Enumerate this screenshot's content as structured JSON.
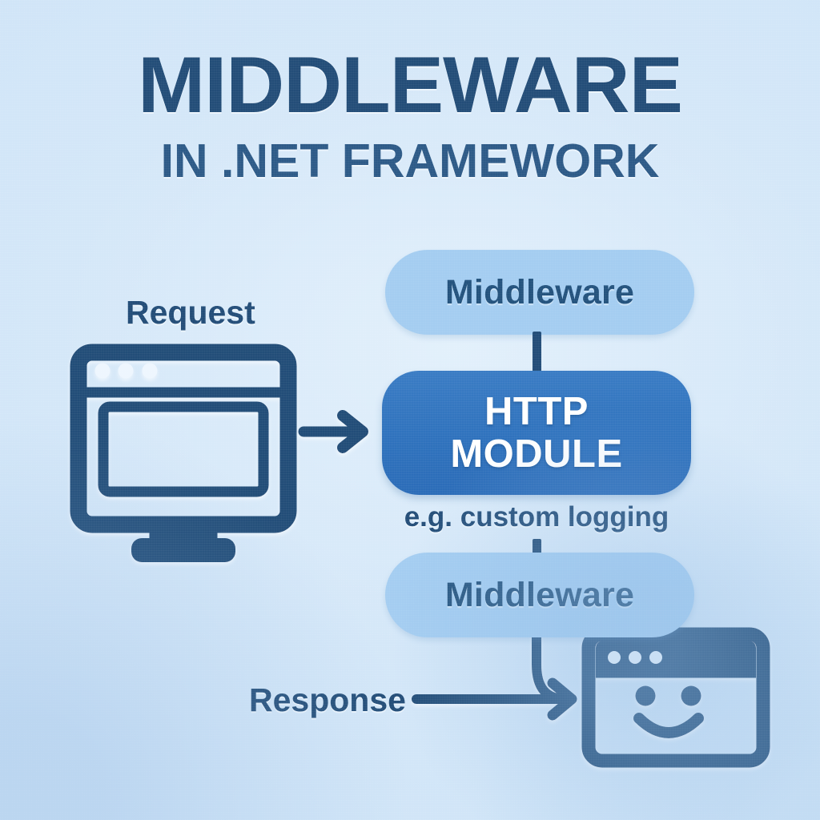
{
  "meta": {
    "background_color": "#d4e7f8",
    "ink_color": "#234d78",
    "accent_color": "#2f72bd",
    "box_color": "#a4cdf1"
  },
  "title": {
    "main": "MIDDLEWARE",
    "sub": "IN .NET FRAMEWORK"
  },
  "diagram": {
    "type": "flow",
    "nodes": [
      {
        "id": "client",
        "kind": "icon",
        "icon": "monitor-window-icon",
        "label": ""
      },
      {
        "id": "middleware-top",
        "kind": "box",
        "label": "Middleware",
        "style": "light"
      },
      {
        "id": "http-module",
        "kind": "box",
        "label": "HTTP\nMODULE",
        "line1": "HTTP",
        "line2": "MODULE",
        "style": "accent"
      },
      {
        "id": "middleware-bottom",
        "kind": "box",
        "label": "Middleware",
        "style": "light"
      },
      {
        "id": "browser",
        "kind": "icon",
        "icon": "browser-smiley-icon",
        "label": ""
      }
    ],
    "caption": "e.g. custom logging",
    "edges": [
      {
        "from": "client",
        "to": "http-module",
        "label": "Request",
        "arrow": "right"
      },
      {
        "from": "middleware-top",
        "to": "http-module",
        "label": "",
        "arrow": "none"
      },
      {
        "from": "http-module",
        "to": "middleware-bottom",
        "label": "",
        "arrow": "none"
      },
      {
        "from": "middleware-bottom",
        "to": "browser",
        "label": "Response",
        "arrow": "right-curved"
      }
    ]
  },
  "labels": {
    "request": "Request",
    "response": "Response",
    "middleware_top": "Middleware",
    "middleware_bottom": "Middleware",
    "http_module_line1": "HTTP",
    "http_module_line2": "MODULE",
    "caption": "e.g. custom logging"
  },
  "icons": {
    "client": "monitor-window-icon",
    "browser": "browser-smiley-icon",
    "request_arrow": "arrow-right-icon",
    "response_arrow": "arrow-right-curved-icon"
  }
}
